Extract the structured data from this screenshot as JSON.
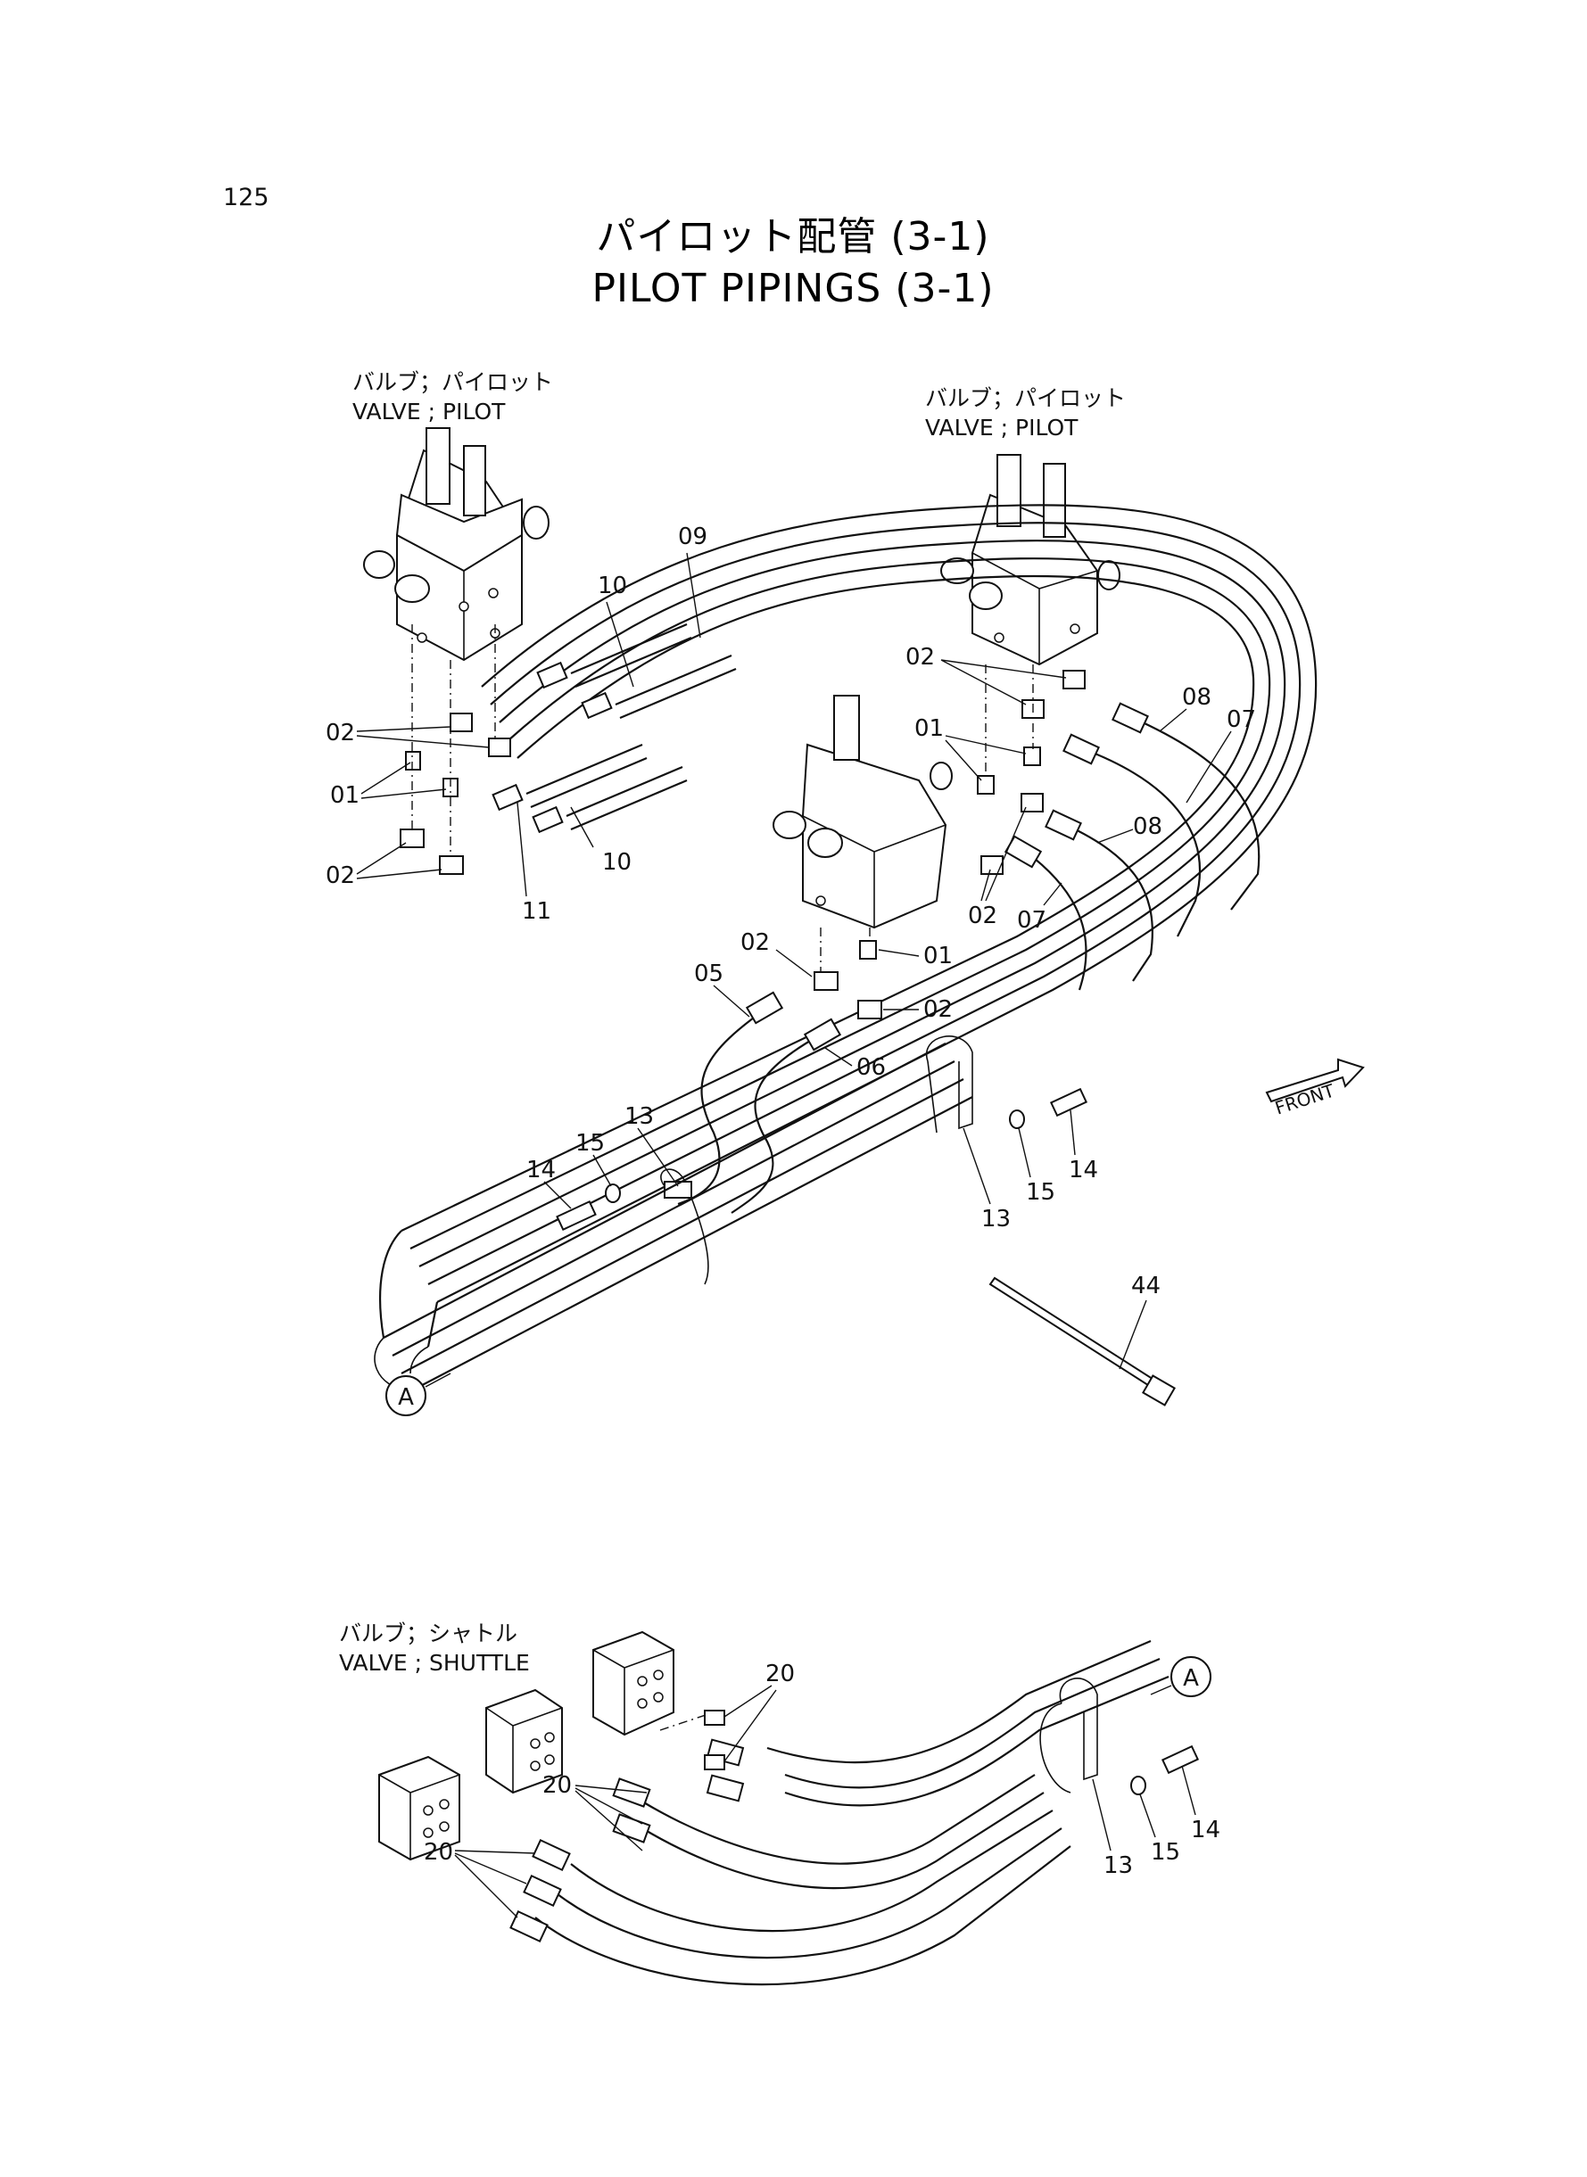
{
  "page_number": "125",
  "title_jp": "パイロット配管 (3-1)",
  "title_en": "PILOT PIPINGS (3-1)",
  "valve_labels": {
    "left_jp": "バルブ；パイロット",
    "left_en": "VALVE ; PILOT",
    "right_jp": "バルブ；パイロット",
    "right_en": "VALVE ; PILOT",
    "shuttle_jp": "バルブ；シャトル",
    "shuttle_en": "VALVE ; SHUTTLE"
  },
  "front_label": "FRONT",
  "connector_label": "A",
  "parts": {
    "p01": "01",
    "p02": "02",
    "p05": "05",
    "p06": "06",
    "p07": "07",
    "p08": "08",
    "p09": "09",
    "p10": "10",
    "p11": "11",
    "p13": "13",
    "p14": "14",
    "p15": "15",
    "p20": "20",
    "p44": "44"
  }
}
